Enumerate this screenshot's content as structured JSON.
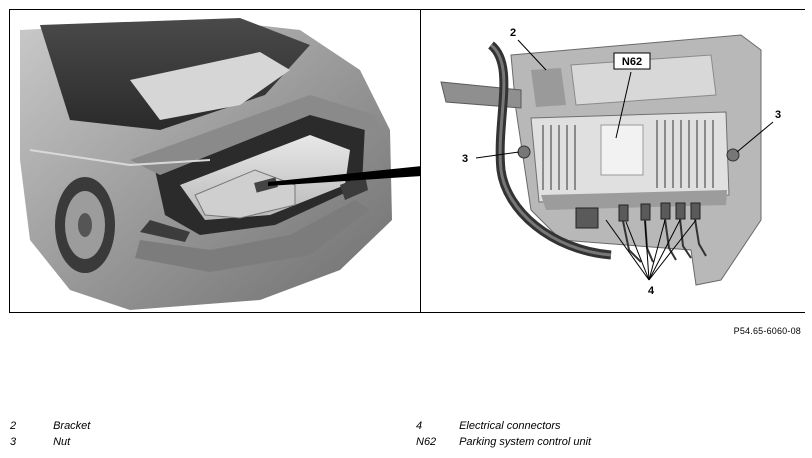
{
  "figure": {
    "callouts": {
      "bracket": "2",
      "nut_left": "3",
      "nut_right": "3",
      "connectors": "4",
      "control_unit": "N62"
    }
  },
  "reference": "P54.65-6060-08",
  "legend": {
    "left": [
      {
        "key": "2",
        "text": "Bracket"
      },
      {
        "key": "3",
        "text": "Nut"
      }
    ],
    "right": [
      {
        "key": "4",
        "text": "Electrical connectors"
      },
      {
        "key": "N62",
        "text": "Parking system control unit"
      }
    ]
  }
}
